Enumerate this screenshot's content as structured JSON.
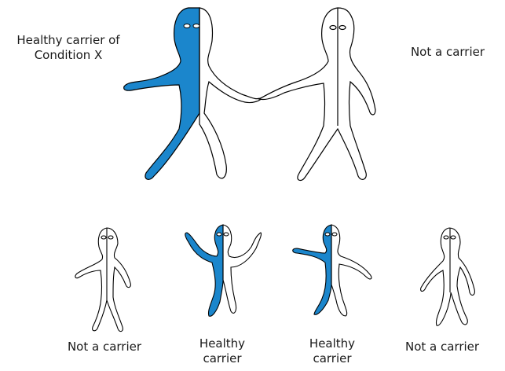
{
  "colors": {
    "carrier_fill": "#1b86cc",
    "outline": "#000000",
    "background": "#ffffff"
  },
  "figures": [
    {
      "role": "parent-left",
      "status": "carrier"
    },
    {
      "role": "parent-right",
      "status": "non-carrier"
    },
    {
      "role": "child-1",
      "status": "non-carrier"
    },
    {
      "role": "child-2",
      "status": "carrier"
    },
    {
      "role": "child-3",
      "status": "carrier"
    },
    {
      "role": "child-4",
      "status": "non-carrier"
    }
  ],
  "labels": {
    "parent_left": [
      "Healthy carrier of",
      "Condition X"
    ],
    "parent_right": "Not a carrier",
    "child_1": "Not a carrier",
    "child_2": [
      "Healthy",
      "carrier"
    ],
    "child_3": [
      "Healthy",
      "carrier"
    ],
    "child_4": "Not a carrier"
  }
}
